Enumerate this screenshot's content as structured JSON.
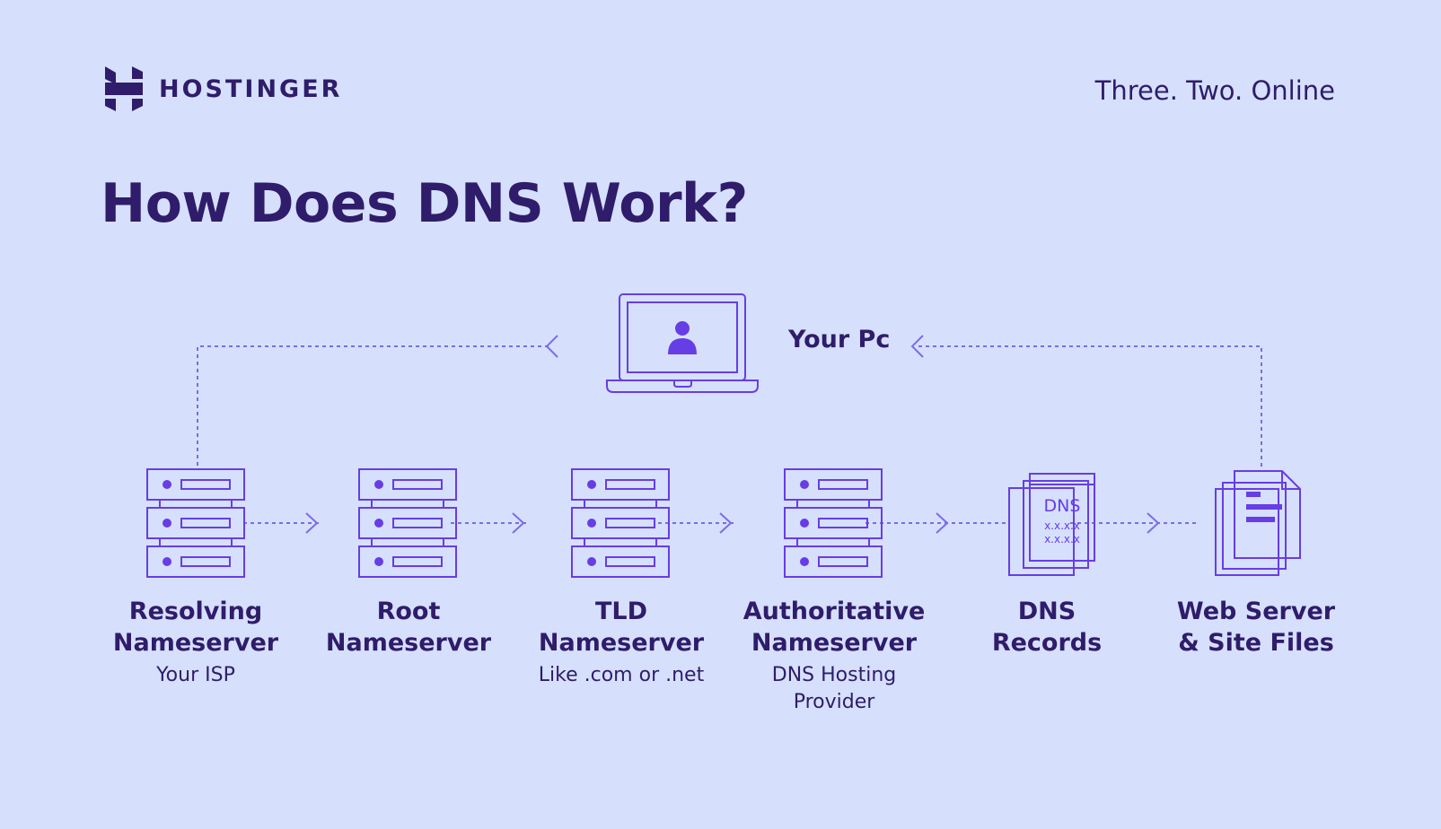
{
  "brand": {
    "name": "HOSTINGER",
    "tagline": "Three. Two. Online"
  },
  "title": "How Does DNS Work?",
  "client": {
    "label": "Your Pc",
    "icon": "laptop-user-icon"
  },
  "dns_card": {
    "heading": "DNS",
    "line1": "x.x.x.x",
    "line2": "x.x.x.x"
  },
  "nodes": [
    {
      "title": "Resolving\nNameserver",
      "subtitle": "Your ISP",
      "icon": "server-stack-icon"
    },
    {
      "title": "Root\nNameserver",
      "subtitle": "",
      "icon": "server-stack-icon"
    },
    {
      "title": "TLD\nNameserver",
      "subtitle": "Like .com or .net",
      "icon": "server-stack-icon"
    },
    {
      "title": "Authoritative\nNameserver",
      "subtitle": "DNS Hosting\nProvider",
      "icon": "server-stack-icon"
    },
    {
      "title": "DNS\nRecords",
      "subtitle": "",
      "icon": "dns-records-icon"
    },
    {
      "title": "Web Server\n& Site Files",
      "subtitle": "",
      "icon": "site-files-icon"
    }
  ],
  "colors": {
    "background": "#d6e0fd",
    "text": "#2f1c6a",
    "line": "#7b6ce6",
    "accent": "#673de6"
  }
}
